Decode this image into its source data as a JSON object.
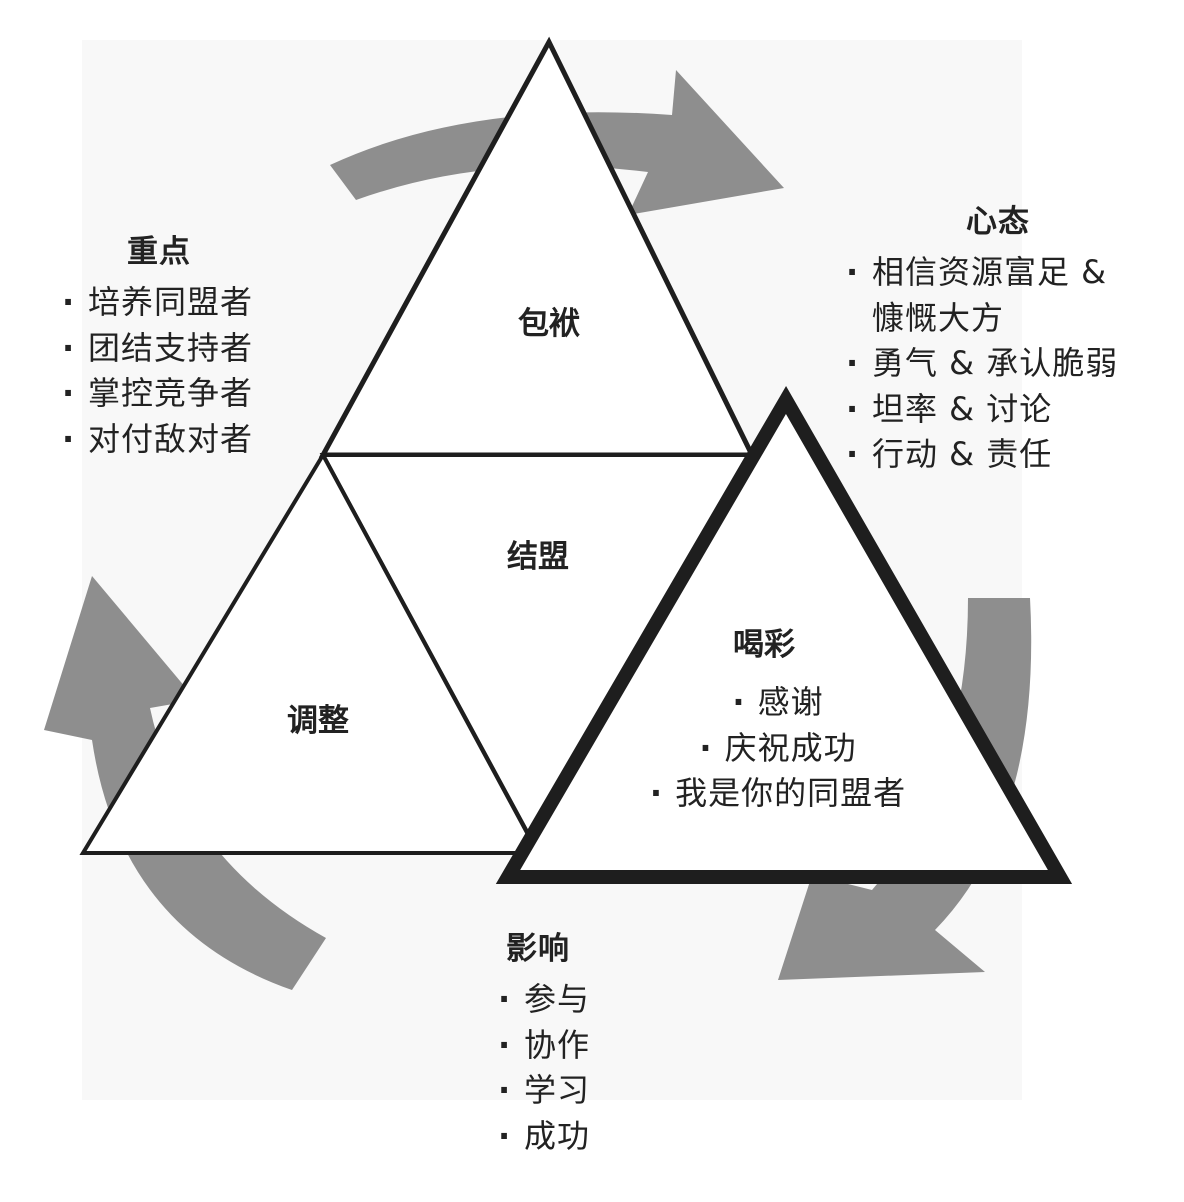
{
  "triangles": {
    "top_label": "包袱",
    "middle_label": "结盟",
    "left_label": "调整",
    "right": {
      "title": "喝彩",
      "items": [
        "感谢",
        "庆祝成功",
        "我是你的同盟者"
      ]
    }
  },
  "focus": {
    "title": "重点",
    "items": [
      "培养同盟者",
      "团结支持者",
      "掌控竞争者",
      "对付敌对者"
    ]
  },
  "mindset": {
    "title": "心态",
    "items": [
      "相信资源富足 &",
      "慷慨大方",
      "勇气 & 承认脆弱",
      "坦率 & 讨论",
      "行动 & 责任"
    ]
  },
  "influence": {
    "title": "影响",
    "items": [
      "参与",
      "协作",
      "学习",
      "成功"
    ]
  },
  "colors": {
    "arrow": "#8e8e8e",
    "line": "#1e1e1e",
    "text": "#222222"
  }
}
